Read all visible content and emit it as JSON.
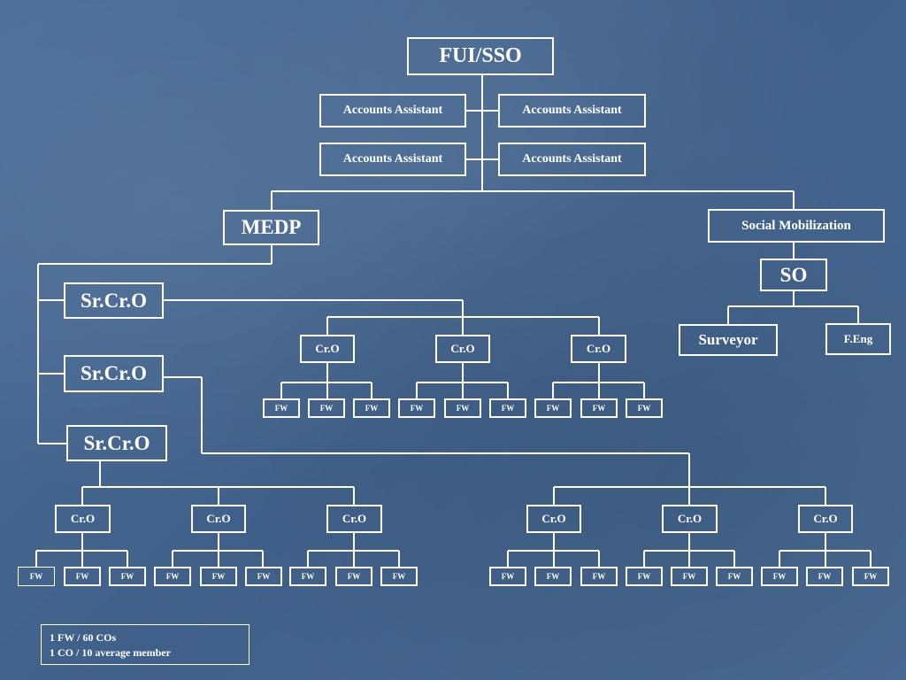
{
  "chart": {
    "top": "FUI/SSO",
    "accounts_assistants": [
      "Accounts Assistant",
      "Accounts Assistant",
      "Accounts Assistant",
      "Accounts Assistant"
    ],
    "medp": "MEDP",
    "social_mobilization": "Social Mobilization",
    "so": "SO",
    "surveyor": "Surveyor",
    "f_eng": "F.Eng",
    "sr_cr_o": [
      "Sr.Cr.O",
      "Sr.Cr.O",
      "Sr.Cr.O"
    ],
    "cr_o_label": "Cr.O",
    "fw_label": "FW"
  },
  "notes": {
    "line1": "1 FW / 60 COs",
    "line2": "1 CO / 10 average member"
  },
  "colors": {
    "background": "#44668f",
    "line": "#ffffff"
  }
}
